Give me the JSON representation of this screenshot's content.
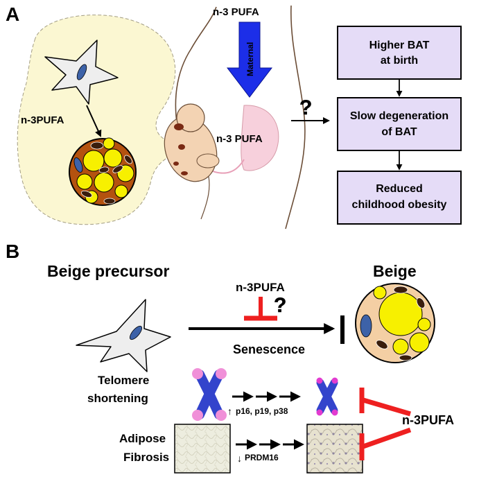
{
  "panel_a": {
    "letter": "A",
    "cell_treatment_label": "n-3PUFA",
    "maternal_top_label": "n-3 PUFA",
    "maternal_arrow_label": "Maternal",
    "placenta_label": "n-3 PUFA",
    "question_mark": "?",
    "flow_boxes": [
      {
        "line1": "Higher BAT",
        "line2": "at birth"
      },
      {
        "line1": "Slow degeneration",
        "line2": "of BAT"
      },
      {
        "line1": "Reduced",
        "line2": "childhood obesity"
      }
    ]
  },
  "panel_b": {
    "letter": "B",
    "precursor_label": "Beige precursor",
    "beige_label": "Beige",
    "inhibitor_label": "n-3PUFA",
    "question_mark": "?",
    "process_label": "Senescence",
    "telomere_label_line1": "Telomere",
    "telomere_label_line2": "shortening",
    "telomere_markers": "p16, p19, p38",
    "telomere_marker_direction": "↑",
    "fibrosis_label_line1": "Adipose",
    "fibrosis_label_line2": "Fibrosis",
    "fibrosis_marker": "PRDM16",
    "fibrosis_marker_direction": "↓",
    "right_inhibitor_label": "n-3PUFA"
  },
  "colors": {
    "box_fill": "#e5dcf7",
    "cell_fill": "#eeeeee",
    "nucleus": "#3d62a8",
    "lipid": "#f7f000",
    "brown_matrix": "#b4520f",
    "beige_matrix": "#f4cfa4",
    "region_fill": "#fbf7d2",
    "maternal_arrow": "#1c2ee8",
    "inhibit_red": "#ee2020",
    "chromosome": "#3344cc",
    "telomere_pink": "#f090d8",
    "placenta": "#f7d0dc",
    "fetus": "#f3d3b3"
  }
}
